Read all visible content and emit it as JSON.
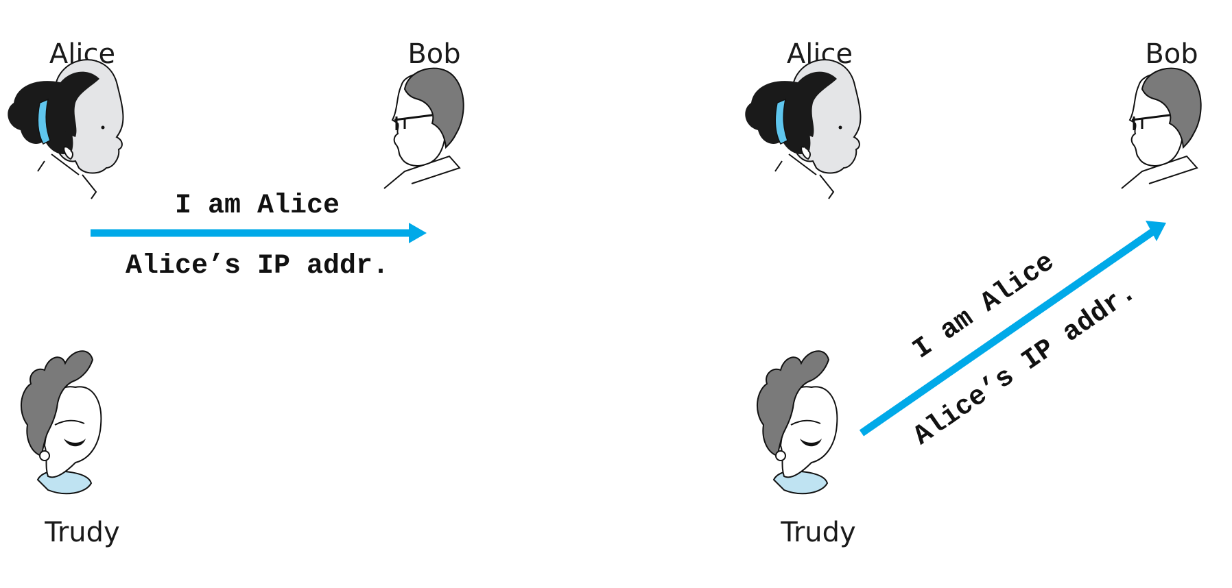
{
  "colors": {
    "arrow": "#00a9e8",
    "headband": "#5fc6ee",
    "collar": "#bfe3f2",
    "hair_dark": "#1a1a1a",
    "hair_gray": "#7a7a7a",
    "skin_alice": "#e4e5e7"
  },
  "left_scenario": {
    "alice_label": "Alice",
    "bob_label": "Bob",
    "trudy_label": "Trudy",
    "message_line1": "I am Alice",
    "message_line2": "Alice’s IP addr."
  },
  "right_scenario": {
    "alice_label": "Alice",
    "bob_label": "Bob",
    "trudy_label": "Trudy",
    "message_line1": "I am Alice",
    "message_line2": "Alice’s IP addr."
  }
}
